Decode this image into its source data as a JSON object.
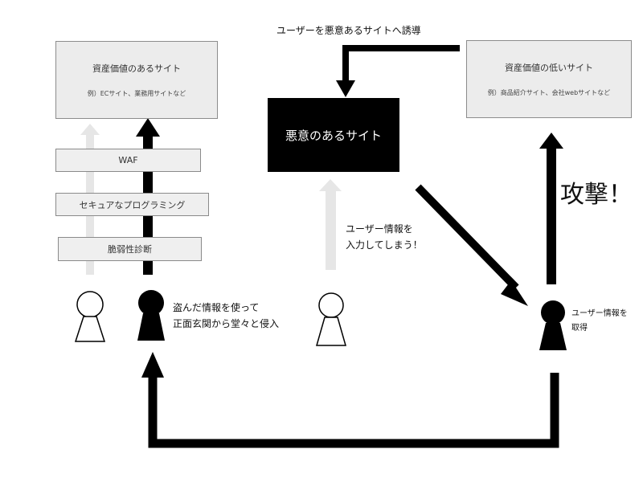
{
  "nodes": {
    "valuable_site": {
      "title": "資産価値のあるサイト",
      "example": "例）ECサイト、業務用サイトなど"
    },
    "low_value_site": {
      "title": "資産価値の低いサイト",
      "example": "例）商品紹介サイト、会社webサイトなど"
    },
    "malicious_site": {
      "title": "悪意のあるサイト"
    },
    "defense_layers": [
      "WAF",
      "セキュアなプログラミング",
      "脆弱性診断"
    ]
  },
  "labels": {
    "lure": "ユーザーを悪意あるサイトへ誘導",
    "input_line1": "ユーザー情報を",
    "input_line2": "入力してしまう！",
    "steal_line1": "盗んだ情報を使って",
    "steal_line2": "正面玄関から堂々と侵入",
    "get_line1": "ユーザー情報を",
    "get_line2": "取得",
    "attack": "攻撃！"
  },
  "colors": {
    "ink": "#000000",
    "faded_arrow": "#e6e6e6",
    "box_fill": "#ececec",
    "box_border": "#8c8c8c"
  },
  "icons": {
    "user": "keyhole-person-icon-outline",
    "attacker": "keyhole-person-icon-solid"
  }
}
